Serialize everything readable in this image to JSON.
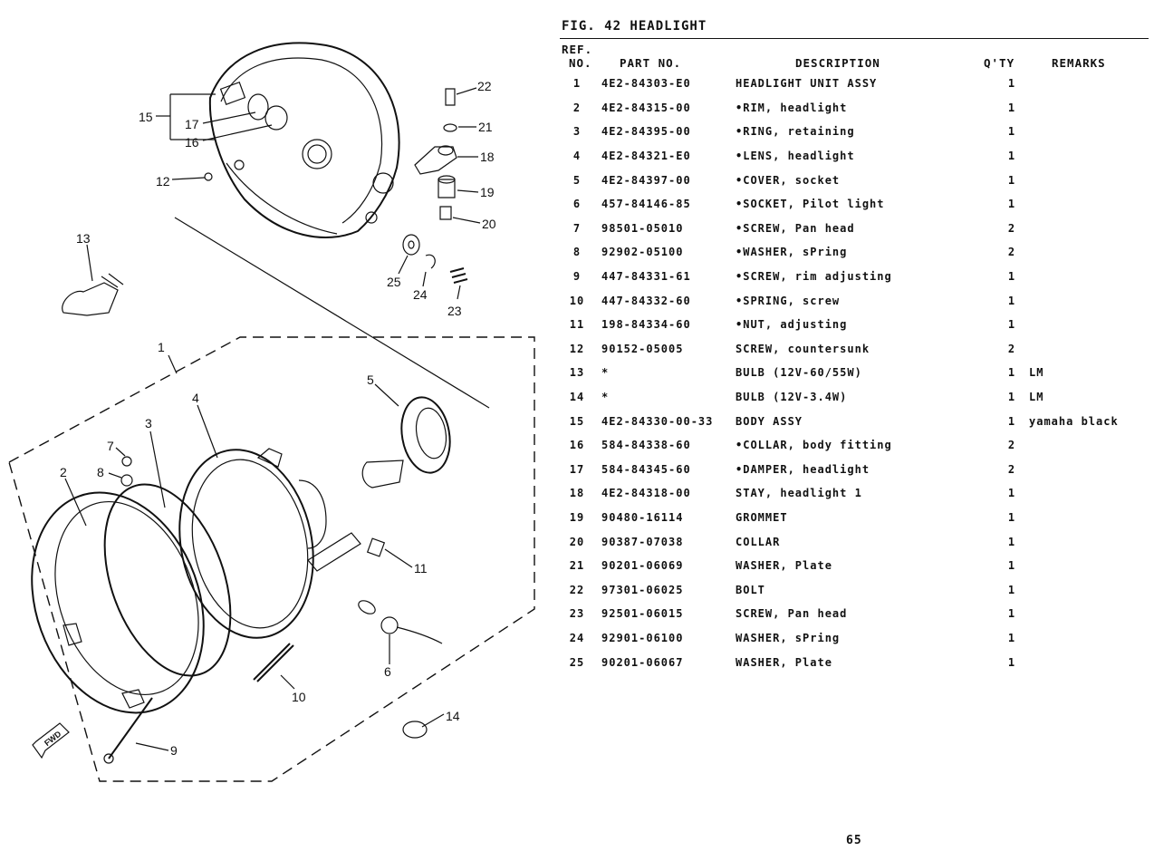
{
  "figure": {
    "title": "FIG. 42  HEADLIGHT"
  },
  "table": {
    "headers": {
      "ref_line1": "REF.",
      "ref_line2": "NO.",
      "part_no": "PART NO.",
      "description": "DESCRIPTION",
      "qty": "Q'TY",
      "remarks": "REMARKS"
    },
    "rows": [
      {
        "ref": "1",
        "part": "4E2-84303-E0",
        "desc": "HEADLIGHT UNIT ASSY",
        "qty": "1",
        "remarks": ""
      },
      {
        "ref": "2",
        "part": "4E2-84315-00",
        "desc": "•RIM, headlight",
        "qty": "1",
        "remarks": ""
      },
      {
        "ref": "3",
        "part": "4E2-84395-00",
        "desc": "•RING, retaining",
        "qty": "1",
        "remarks": ""
      },
      {
        "ref": "4",
        "part": "4E2-84321-E0",
        "desc": "•LENS, headlight",
        "qty": "1",
        "remarks": ""
      },
      {
        "ref": "5",
        "part": "4E2-84397-00",
        "desc": "•COVER, socket",
        "qty": "1",
        "remarks": ""
      },
      {
        "ref": "6",
        "part": "457-84146-85",
        "desc": "•SOCKET, Pilot light",
        "qty": "1",
        "remarks": ""
      },
      {
        "ref": "7",
        "part": "98501-05010",
        "desc": "•SCREW, Pan head",
        "qty": "2",
        "remarks": ""
      },
      {
        "ref": "8",
        "part": "92902-05100",
        "desc": "•WASHER, sPring",
        "qty": "2",
        "remarks": ""
      },
      {
        "ref": "9",
        "part": "447-84331-61",
        "desc": "•SCREW, rim adjusting",
        "qty": "1",
        "remarks": ""
      },
      {
        "ref": "10",
        "part": "447-84332-60",
        "desc": "•SPRING, screw",
        "qty": "1",
        "remarks": ""
      },
      {
        "ref": "11",
        "part": "198-84334-60",
        "desc": "•NUT, adjusting",
        "qty": "1",
        "remarks": ""
      },
      {
        "ref": "12",
        "part": "90152-05005",
        "desc": "SCREW, countersunk",
        "qty": "2",
        "remarks": ""
      },
      {
        "ref": "13",
        "part": "*",
        "desc": "BULB (12V-60/55W)",
        "qty": "1",
        "remarks": "LM"
      },
      {
        "ref": "14",
        "part": "*",
        "desc": "BULB (12V-3.4W)",
        "qty": "1",
        "remarks": "LM"
      },
      {
        "ref": "15",
        "part": "4E2-84330-00-33",
        "desc": "BODY ASSY",
        "qty": "1",
        "remarks": "yamaha black"
      },
      {
        "ref": "16",
        "part": "584-84338-60",
        "desc": "•COLLAR, body fitting",
        "qty": "2",
        "remarks": ""
      },
      {
        "ref": "17",
        "part": "584-84345-60",
        "desc": "•DAMPER, headlight",
        "qty": "2",
        "remarks": ""
      },
      {
        "ref": "18",
        "part": "4E2-84318-00",
        "desc": "STAY, headlight 1",
        "qty": "1",
        "remarks": ""
      },
      {
        "ref": "19",
        "part": "90480-16114",
        "desc": "GROMMET",
        "qty": "1",
        "remarks": ""
      },
      {
        "ref": "20",
        "part": "90387-07038",
        "desc": "COLLAR",
        "qty": "1",
        "remarks": ""
      },
      {
        "ref": "21",
        "part": "90201-06069",
        "desc": "WASHER, Plate",
        "qty": "1",
        "remarks": ""
      },
      {
        "ref": "22",
        "part": "97301-06025",
        "desc": "BOLT",
        "qty": "1",
        "remarks": ""
      },
      {
        "ref": "23",
        "part": "92501-06015",
        "desc": "SCREW, Pan head",
        "qty": "1",
        "remarks": ""
      },
      {
        "ref": "24",
        "part": "92901-06100",
        "desc": "WASHER, sPring",
        "qty": "1",
        "remarks": ""
      },
      {
        "ref": "25",
        "part": "90201-06067",
        "desc": "WASHER, Plate",
        "qty": "1",
        "remarks": ""
      }
    ]
  },
  "diagram": {
    "callouts": [
      "1",
      "2",
      "3",
      "4",
      "5",
      "6",
      "7",
      "8",
      "9",
      "10",
      "11",
      "12",
      "13",
      "14",
      "15",
      "16",
      "17",
      "18",
      "19",
      "20",
      "21",
      "22",
      "23",
      "24",
      "25"
    ],
    "fwd_label": "FWD"
  },
  "page_number": "65"
}
